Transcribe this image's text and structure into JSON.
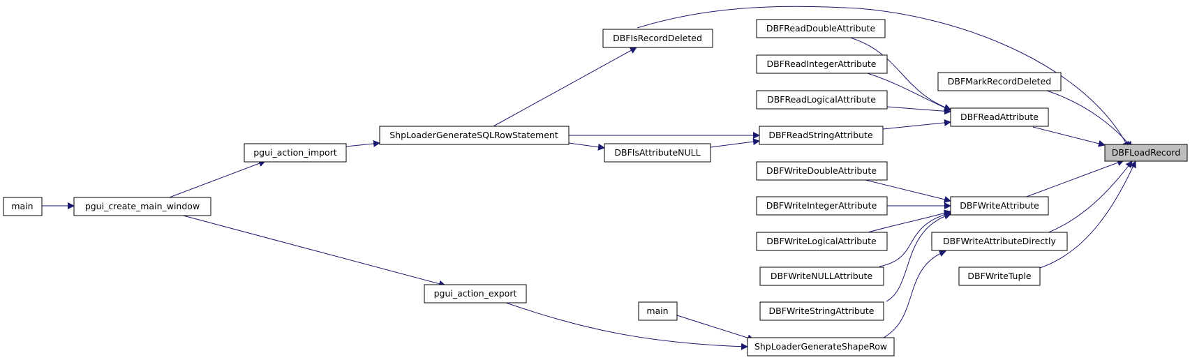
{
  "graph": {
    "edge_color": "#191970",
    "highlight_fill": "#bfbfbf",
    "nodes": [
      {
        "id": "DBFLoadRecord",
        "label": "DBFLoadRecord",
        "highlight": true
      },
      {
        "id": "DBFIsRecordDeleted",
        "label": "DBFIsRecordDeleted"
      },
      {
        "id": "DBFReadDoubleAttribute",
        "label": "DBFReadDoubleAttribute"
      },
      {
        "id": "DBFReadIntegerAttribute",
        "label": "DBFReadIntegerAttribute"
      },
      {
        "id": "DBFMarkRecordDeleted",
        "label": "DBFMarkRecordDeleted"
      },
      {
        "id": "DBFReadLogicalAttribute",
        "label": "DBFReadLogicalAttribute"
      },
      {
        "id": "DBFReadAttribute",
        "label": "DBFReadAttribute"
      },
      {
        "id": "ShpLoaderGenerateSQLRowStatement",
        "label": "ShpLoaderGenerateSQLRowStatement"
      },
      {
        "id": "DBFReadStringAttribute",
        "label": "DBFReadStringAttribute"
      },
      {
        "id": "pgui_action_import",
        "label": "pgui_action_import"
      },
      {
        "id": "DBFIsAttributeNULL",
        "label": "DBFIsAttributeNULL"
      },
      {
        "id": "DBFWriteDoubleAttribute",
        "label": "DBFWriteDoubleAttribute"
      },
      {
        "id": "main1",
        "label": "main"
      },
      {
        "id": "pgui_create_main_window",
        "label": "pgui_create_main_window"
      },
      {
        "id": "DBFWriteIntegerAttribute",
        "label": "DBFWriteIntegerAttribute"
      },
      {
        "id": "DBFWriteAttribute",
        "label": "DBFWriteAttribute"
      },
      {
        "id": "DBFWriteLogicalAttribute",
        "label": "DBFWriteLogicalAttribute"
      },
      {
        "id": "DBFWriteAttributeDirectly",
        "label": "DBFWriteAttributeDirectly"
      },
      {
        "id": "DBFWriteNULLAttribute",
        "label": "DBFWriteNULLAttribute"
      },
      {
        "id": "DBFWriteTuple",
        "label": "DBFWriteTuple"
      },
      {
        "id": "pgui_action_export",
        "label": "pgui_action_export"
      },
      {
        "id": "main2",
        "label": "main"
      },
      {
        "id": "DBFWriteStringAttribute",
        "label": "DBFWriteStringAttribute"
      },
      {
        "id": "ShpLoaderGenerateShapeRow",
        "label": "ShpLoaderGenerateShapeRow"
      }
    ],
    "edges": [
      {
        "from": "DBFIsRecordDeleted",
        "to": "DBFLoadRecord"
      },
      {
        "from": "DBFMarkRecordDeleted",
        "to": "DBFLoadRecord"
      },
      {
        "from": "DBFReadAttribute",
        "to": "DBFLoadRecord"
      },
      {
        "from": "DBFWriteAttribute",
        "to": "DBFLoadRecord"
      },
      {
        "from": "DBFWriteAttributeDirectly",
        "to": "DBFLoadRecord"
      },
      {
        "from": "DBFWriteTuple",
        "to": "DBFLoadRecord"
      },
      {
        "from": "ShpLoaderGenerateSQLRowStatement",
        "to": "DBFIsRecordDeleted"
      },
      {
        "from": "pgui_action_import",
        "to": "ShpLoaderGenerateSQLRowStatement"
      },
      {
        "from": "pgui_create_main_window",
        "to": "pgui_action_import"
      },
      {
        "from": "main1",
        "to": "pgui_create_main_window"
      },
      {
        "from": "DBFReadDoubleAttribute",
        "to": "DBFReadAttribute"
      },
      {
        "from": "DBFReadIntegerAttribute",
        "to": "DBFReadAttribute"
      },
      {
        "from": "DBFReadLogicalAttribute",
        "to": "DBFReadAttribute"
      },
      {
        "from": "DBFReadStringAttribute",
        "to": "DBFReadAttribute"
      },
      {
        "from": "DBFIsAttributeNULL",
        "to": "DBFReadStringAttribute"
      },
      {
        "from": "ShpLoaderGenerateSQLRowStatement",
        "to": "DBFReadStringAttribute"
      },
      {
        "from": "ShpLoaderGenerateSQLRowStatement",
        "to": "DBFIsAttributeNULL"
      },
      {
        "from": "DBFWriteDoubleAttribute",
        "to": "DBFWriteAttribute"
      },
      {
        "from": "DBFWriteIntegerAttribute",
        "to": "DBFWriteAttribute"
      },
      {
        "from": "DBFWriteLogicalAttribute",
        "to": "DBFWriteAttribute"
      },
      {
        "from": "DBFWriteNULLAttribute",
        "to": "DBFWriteAttribute"
      },
      {
        "from": "DBFWriteStringAttribute",
        "to": "DBFWriteAttribute"
      },
      {
        "from": "ShpLoaderGenerateShapeRow",
        "to": "DBFWriteAttributeDirectly"
      },
      {
        "from": "pgui_action_export",
        "to": "ShpLoaderGenerateShapeRow"
      },
      {
        "from": "main2",
        "to": "ShpLoaderGenerateShapeRow"
      },
      {
        "from": "pgui_create_main_window",
        "to": "pgui_action_export"
      }
    ]
  }
}
